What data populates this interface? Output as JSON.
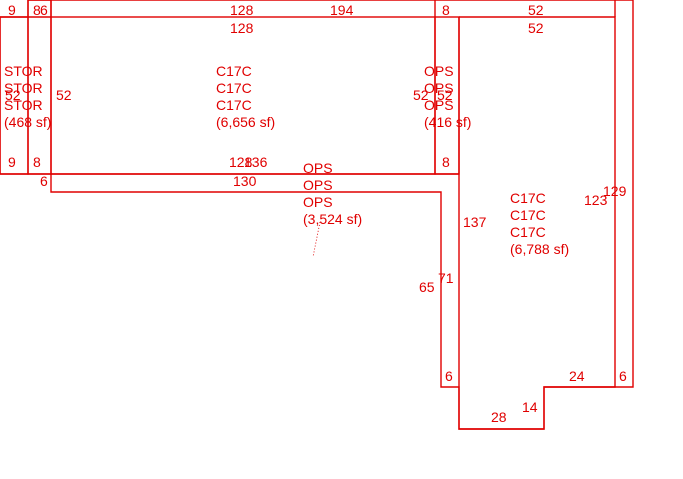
{
  "colors": {
    "line": "#e00000",
    "text": "#e00000",
    "background": "#ffffff"
  },
  "rooms": {
    "stor": {
      "label1": "STOR",
      "label2": "STOR",
      "label3": "STOR",
      "area": "(468 sf)"
    },
    "c17c_top": {
      "label1": "C17C",
      "label2": "C17C",
      "label3": "C17C",
      "area": "(6,656 sf)"
    },
    "ops_small": {
      "label1": "OPS",
      "label2": "OPS",
      "label3": "OPS",
      "area": "(416 sf)"
    },
    "ops_main": {
      "label1": "OPS",
      "label2": "OPS",
      "label3": "OPS",
      "area": "(3,524 sf)"
    },
    "c17c_right": {
      "label1": "C17C",
      "label2": "C17C",
      "label3": "C17C",
      "area": "(6,788 sf)"
    }
  },
  "dimensions": {
    "d9_top": "9",
    "d8_top": "8",
    "d6_top": "6",
    "d128_top": "128",
    "d194_top": "194",
    "d8_top2": "8",
    "d52_top": "52",
    "d128_inner": "128",
    "d52_inner": "52",
    "d52_left_a": "52",
    "d52_left_b": "52",
    "d52_ops_a": "52",
    "d52_ops_b": "52",
    "d9_bottom": "9",
    "d8_bottom": "8",
    "d128_bottom": "128",
    "d136_bottom": "136",
    "d8_bottom2": "8",
    "d6_left": "6",
    "d130": "130",
    "d137": "137",
    "d129": "129",
    "d123": "123",
    "d71": "71",
    "d65": "65",
    "d6_a": "6",
    "d24": "24",
    "d6_b": "6",
    "d14": "14",
    "d28": "28"
  }
}
